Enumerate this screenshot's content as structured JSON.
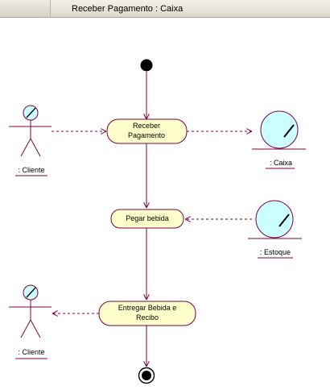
{
  "window": {
    "title": "Receber Pagamento : Caixa"
  },
  "colors": {
    "line": "#800040",
    "fill": "#ffffcc",
    "actor_fill": "#ccffff",
    "node": "#000000"
  },
  "actors": [
    {
      "id": "cliente-top",
      "label": ": Cliente"
    },
    {
      "id": "cliente-bottom",
      "label": ": Cliente"
    }
  ],
  "objects": [
    {
      "id": "caixa",
      "label": ": Caixa"
    },
    {
      "id": "estoque",
      "label": ": Estoque"
    }
  ],
  "activities": [
    {
      "id": "receber-pagamento",
      "lines": [
        "Receber",
        "Pagamento"
      ]
    },
    {
      "id": "pegar-bebida",
      "lines": [
        "Pegar bebida"
      ]
    },
    {
      "id": "entregar-bebida",
      "lines": [
        "Entregar Bebida e",
        "Recibo"
      ]
    }
  ]
}
